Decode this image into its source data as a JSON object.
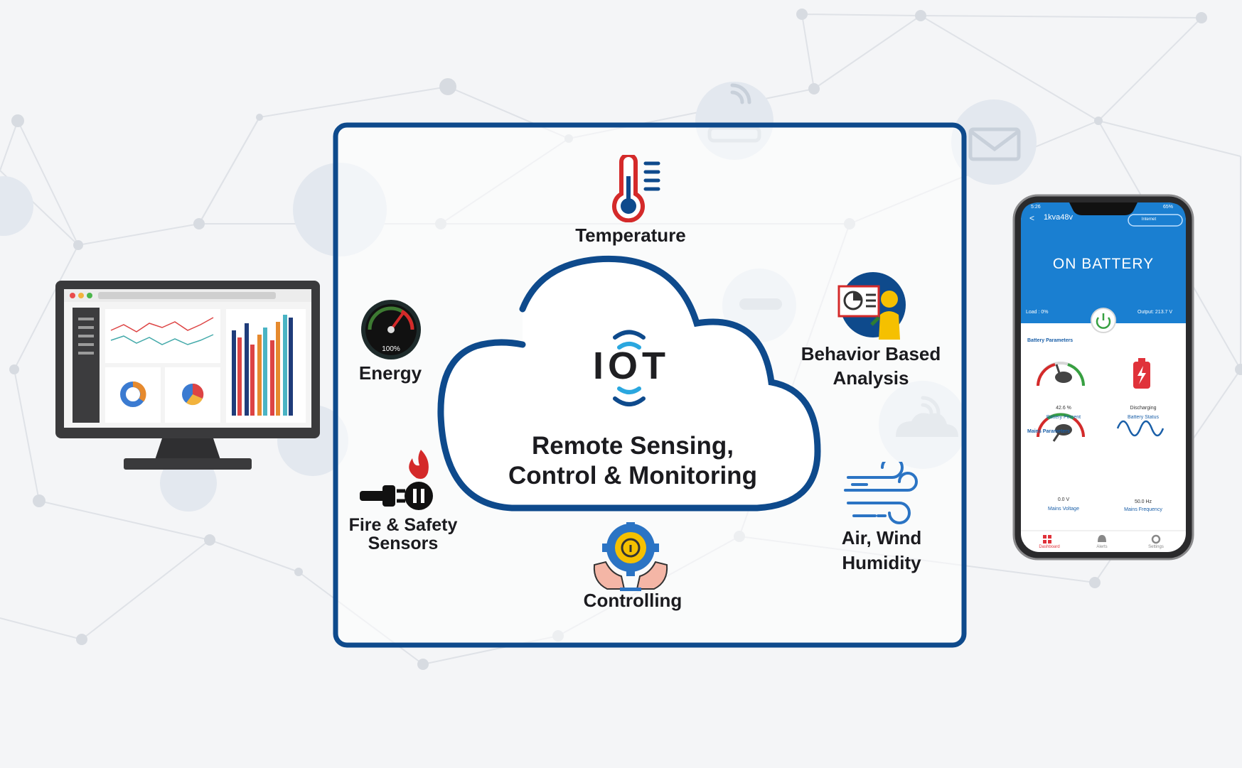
{
  "center": {
    "logo_text": "IOT",
    "title_line1": "Remote Sensing,",
    "title_line2": "Control & Monitoring"
  },
  "features": {
    "temperature": "Temperature",
    "energy": "Energy",
    "energy_gauge_value": "100%",
    "behavior_line1": "Behavior Based",
    "behavior_line2": "Analysis",
    "fire_line1": "Fire & Safety",
    "fire_line2": "Sensors",
    "air_line1": "Air, Wind",
    "air_line2": "Humidity",
    "controlling": "Controlling"
  },
  "phone": {
    "status_time": "5:26",
    "status_battery": "65%",
    "device_name": "1kva48v",
    "connection_badge": "Internet",
    "status_banner": "ON BATTERY",
    "load_text": "Load : 0%",
    "output_text": "Output: 213.7 V",
    "battery_section": "Battery Parameters",
    "battery_percent_value": "42.6 %",
    "battery_percent_label": "Battery Percent",
    "battery_status_value": "Discharging",
    "battery_status_label": "Battery Status",
    "mains_section": "Mains Parameters",
    "mains_voltage_value": "0.0 V",
    "mains_voltage_label": "Mains Voltage",
    "mains_freq_value": "50.0 Hz",
    "mains_freq_label": "Mains Frequency",
    "nav_dashboard": "Dashboard",
    "nav_alerts": "Alerts",
    "nav_settings": "Settings"
  },
  "colors": {
    "frame_blue": "#0e4a8c",
    "accent_red": "#d42a2a",
    "phone_blue": "#1a7fd1"
  }
}
